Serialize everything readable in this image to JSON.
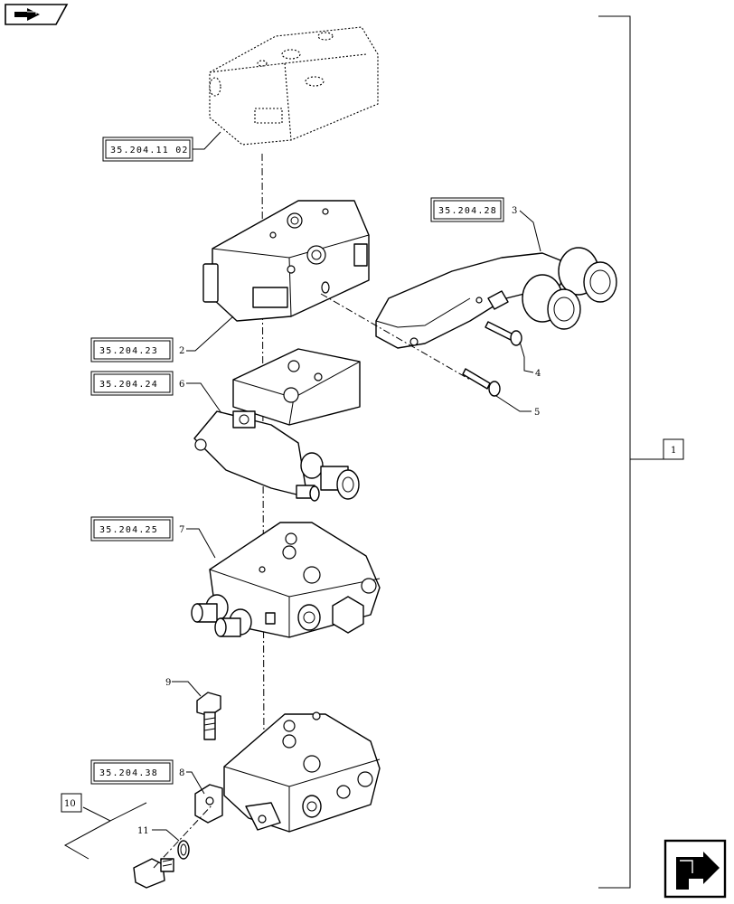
{
  "diagram": {
    "refs": [
      {
        "id": "ref-1",
        "code": "35.204.11 02",
        "item": ""
      },
      {
        "id": "ref-2",
        "code": "35.204.23",
        "item": "2"
      },
      {
        "id": "ref-3",
        "code": "35.204.28",
        "item": "3"
      },
      {
        "id": "ref-6",
        "code": "35.204.24",
        "item": "6"
      },
      {
        "id": "ref-7",
        "code": "35.204.25",
        "item": "7"
      },
      {
        "id": "ref-8",
        "code": "35.204.38",
        "item": "8"
      }
    ],
    "callouts": [
      {
        "id": "c4",
        "label": "4"
      },
      {
        "id": "c5",
        "label": "5"
      },
      {
        "id": "c9",
        "label": "9"
      },
      {
        "id": "c11",
        "label": "11"
      }
    ],
    "assembly_box": "1",
    "group_box": "10"
  },
  "icons": {
    "top_left": "back-arrow-icon",
    "bottom_right": "forward-arrow-icon"
  }
}
